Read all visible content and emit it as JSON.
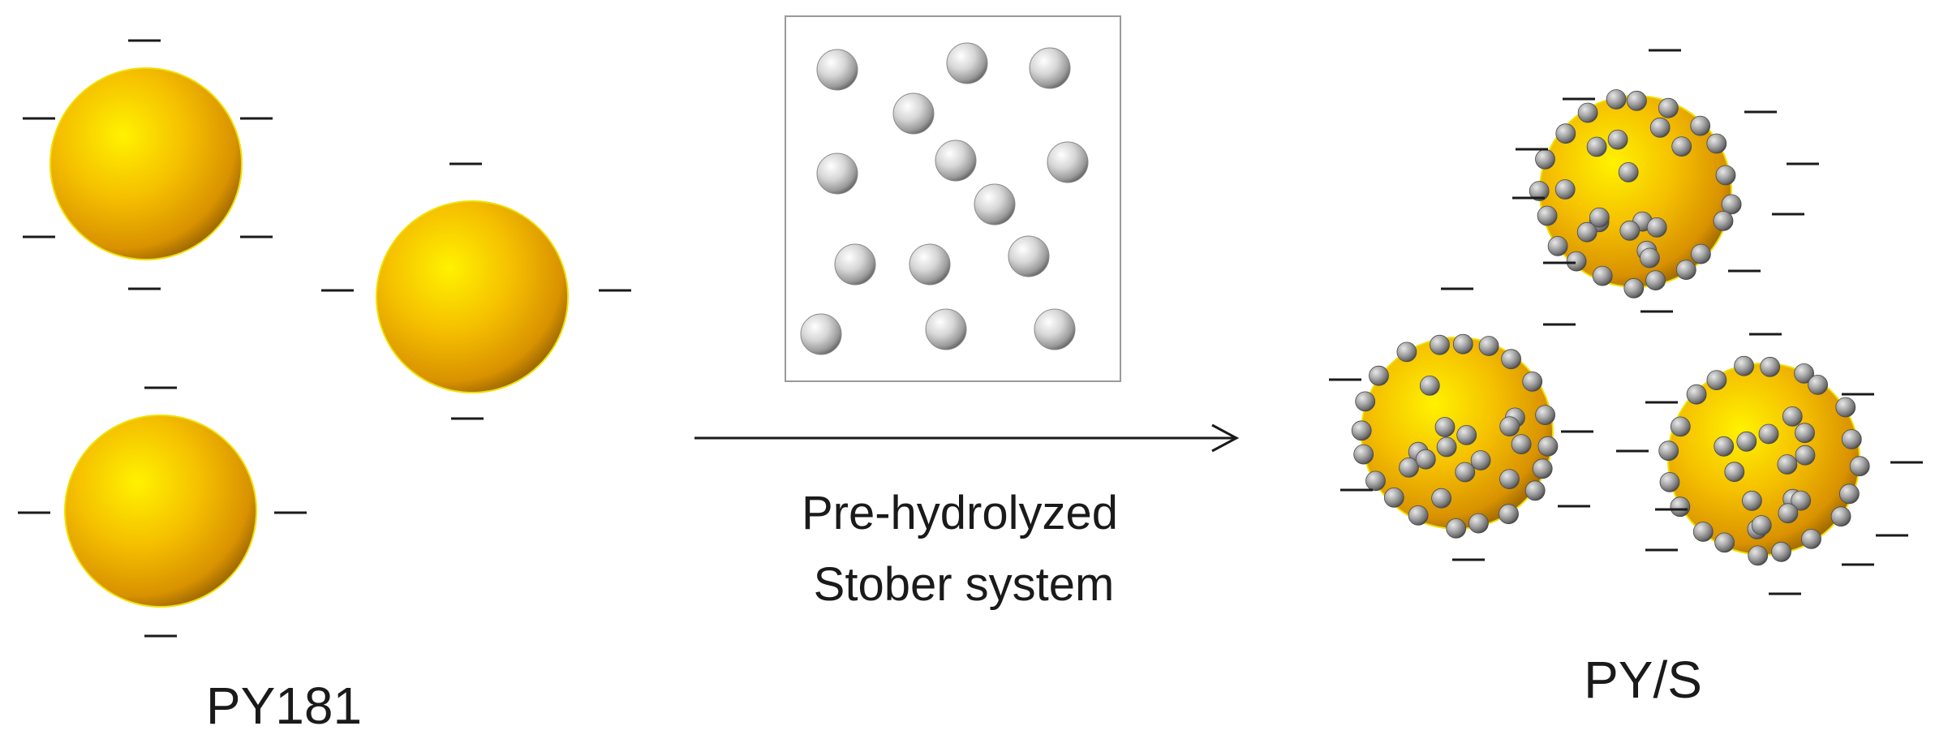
{
  "labels": {
    "left_group": "PY181",
    "arrow_line1": "Pre-hydrolyzed",
    "arrow_line2": "Stober system",
    "right_group": "PY/S"
  },
  "colors": {
    "pigment_highlight": "#fff200",
    "pigment_mid": "#f5b800",
    "pigment_shadow": "#8a5a00",
    "silica_highlight": "#ffffff",
    "silica_mid": "#bdbdbd",
    "silica_shadow": "#5a5a5a",
    "charge_mark": "#1a1a1a",
    "box_border": "#9a9a9a",
    "arrow": "#1a1a1a"
  },
  "charge_symbol": "—"
}
